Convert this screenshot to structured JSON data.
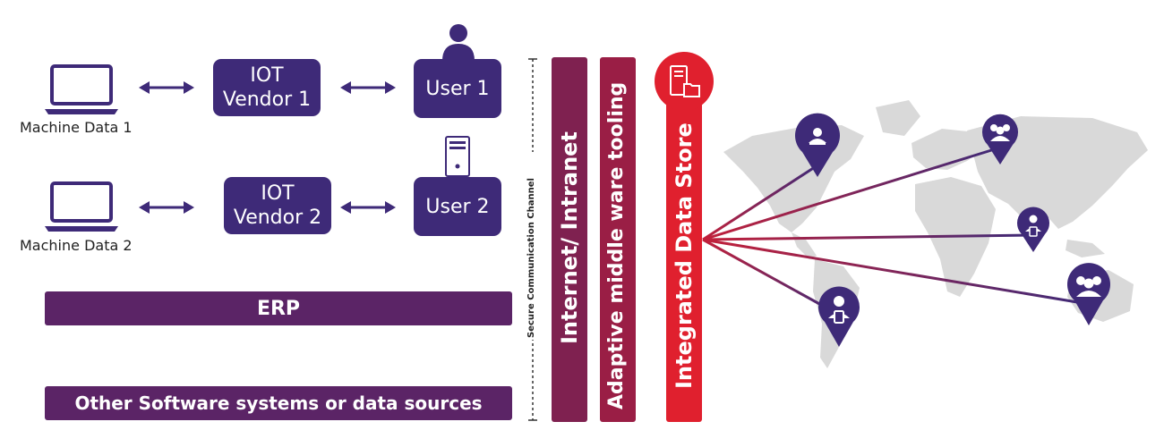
{
  "machines": [
    {
      "caption": "Machine Data 1"
    },
    {
      "caption": "Machine Data 2"
    }
  ],
  "vendors": [
    {
      "line1": "IOT",
      "line2": "Vendor 1"
    },
    {
      "line1": "IOT",
      "line2": "Vendor 2"
    }
  ],
  "users": [
    {
      "label": "User 1",
      "icon": "person-icon"
    },
    {
      "label": "User 2",
      "icon": "server-tower-icon"
    }
  ],
  "erp": {
    "label": "ERP"
  },
  "other": {
    "label": "Other Software systems or data sources"
  },
  "channel": {
    "label": "Secure Communication Channel"
  },
  "layers": {
    "internet": "Internet/ Intranet",
    "middleware": "Adaptive middle ware tooling",
    "datastore": "Integrated Data Store"
  },
  "colors": {
    "vendor_box": "#3e2a78",
    "erp_bar": "#5b2466",
    "internet_bar": "#7f2150",
    "middleware_bar": "#9a1e45",
    "datastore_bar": "#e0202e",
    "map": "#d9d9d9",
    "pin": "#3e2a78"
  },
  "map_pins": [
    {
      "icon": "laptop-user-icon"
    },
    {
      "icon": "group-icon"
    },
    {
      "icon": "mobile-user-icon"
    },
    {
      "icon": "mobile-user-icon"
    },
    {
      "icon": "group-icon"
    }
  ]
}
